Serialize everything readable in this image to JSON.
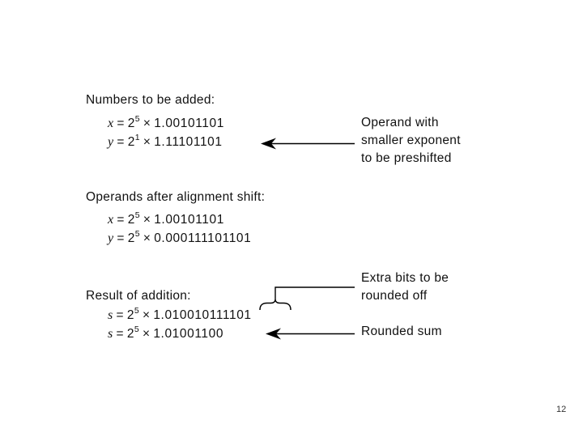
{
  "page": {
    "background": "#ffffff",
    "text_color": "#111111",
    "page_number": "12"
  },
  "symbols": {
    "equals": "=",
    "times": "×",
    "base": "2"
  },
  "sections": {
    "numbers": {
      "heading": "Numbers to be added:",
      "eq1": {
        "var": "x",
        "exp": "5",
        "mantissa": "1.00101101"
      },
      "eq2": {
        "var": "y",
        "exp": "1",
        "mantissa": "1.11101101"
      }
    },
    "aligned": {
      "heading": "Operands after alignment shift:",
      "eq1": {
        "var": "x",
        "exp": "5",
        "mantissa": "1.00101101"
      },
      "eq2": {
        "var": "y",
        "exp": "5",
        "mantissa": "0.000111101101"
      }
    },
    "result": {
      "heading": "Result of addition:",
      "eq1": {
        "var": "s",
        "exp": "5",
        "mantissa": "1.010010111101"
      },
      "eq2": {
        "var": "s",
        "exp": "5",
        "mantissa": "1.01001100"
      }
    }
  },
  "annotations": {
    "preshift": {
      "line1": "Operand with",
      "line2": "smaller exponent",
      "line3": "to be preshifted"
    },
    "extra_bits": {
      "line1": "Extra bits to be",
      "line2": "rounded off"
    },
    "rounded_sum": {
      "label": "Rounded sum"
    }
  },
  "figure_colors": {
    "line_color": "#000000"
  }
}
